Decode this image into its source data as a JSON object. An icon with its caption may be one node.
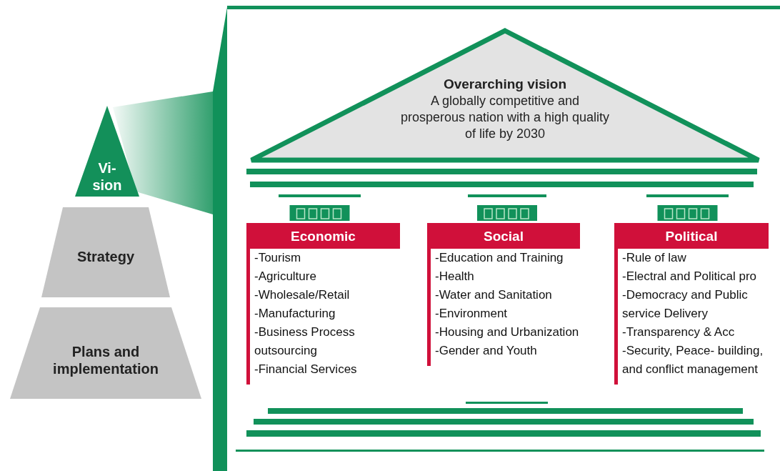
{
  "diagram": {
    "nodes": [
      {
        "text": [
          "Vi- sion"
        ]
      },
      {
        "text": [
          "Strategy"
        ]
      },
      {
        "text": [
          "Plans and implementation"
        ]
      },
      {
        "text": [
          "Overarching vision",
          "A globally competitive and prosperous nation with a high quality of life by 2030"
        ]
      },
      {
        "text": [
          "Economic",
          "-Tourism",
          "-Agriculture",
          "-Wholesale/Retail",
          "-Manufacturing",
          "-Business Process outsourcing",
          "-Financial Services"
        ]
      },
      {
        "text": [
          "Social",
          "-Education and Training",
          "-Health",
          "-Water and Sanitation",
          "-Environment",
          "-Housing and Urbanization",
          "-Gender and Youth"
        ]
      },
      {
        "text": [
          "Political",
          "-Rule of law",
          "-Electral and Political pro",
          "-Democracy and Public service Delivery",
          "-Transparency & Acc",
          "-Security, Peace- building, and conflict management"
        ]
      }
    ]
  }
}
